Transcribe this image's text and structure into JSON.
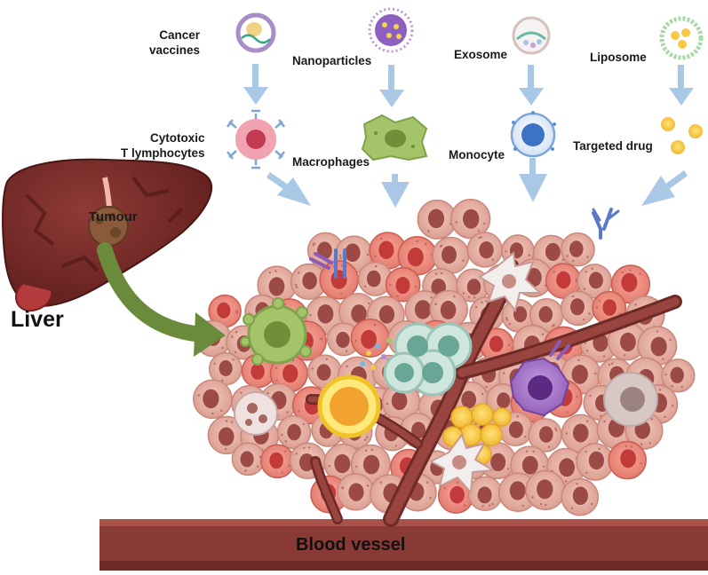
{
  "labels": {
    "cancer_vaccines": "Cancer\nvaccines",
    "nanoparticles": "Nanoparticles",
    "exosome": "Exosome",
    "liposome": "Liposome",
    "cytotoxic_t": "Cytotoxic\nT lymphocytes",
    "macrophages": "Macrophages",
    "monocyte": "Monocyte",
    "targeted_drug": "Targeted drug",
    "tumour": "Tumour",
    "liver": "Liver",
    "blood_vessel": "Blood vessel"
  },
  "colors": {
    "arrow_blue": "#a9c8e6",
    "green_arrow": "#6a8a3c",
    "liver": "#7a2b2b",
    "vessel": "#8a3a35",
    "tumour_cell": "#e7b1a6",
    "tumour_nucleus": "#a0504d",
    "t_cell": "#f1a3b2",
    "macrophage": "#a4c46a",
    "monocyte": "#5b8fd8",
    "liposome_drug": "#f6c945"
  },
  "icons": [
    "cancer-vaccine-icon",
    "nanoparticle-icon",
    "exosome-icon",
    "liposome-icon",
    "t-lymphocyte-icon",
    "macrophage-icon",
    "monocyte-icon",
    "targeted-drug-icon",
    "antibody-icon",
    "liver-icon",
    "tumour-icon"
  ]
}
